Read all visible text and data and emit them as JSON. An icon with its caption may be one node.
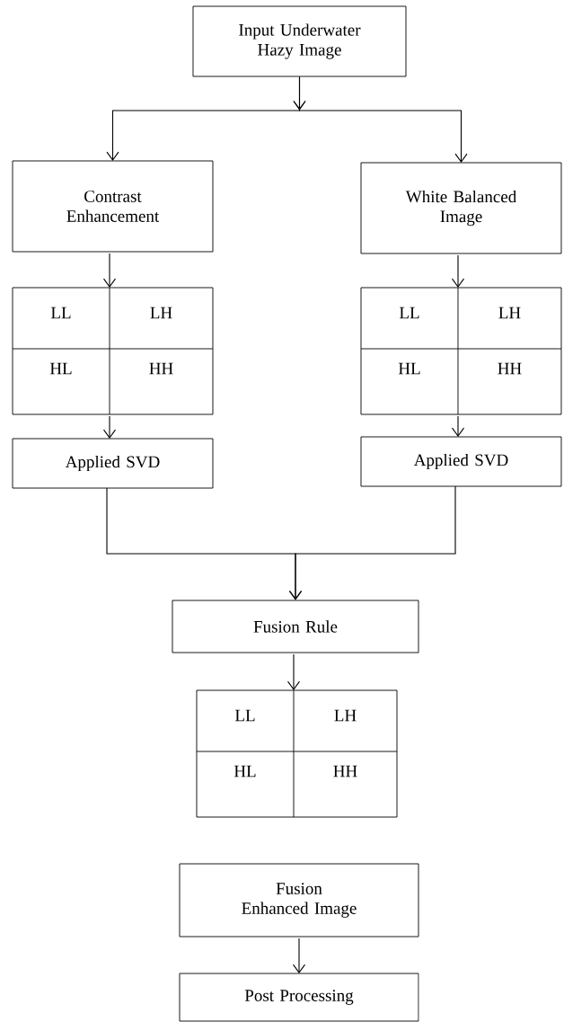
{
  "diagram": {
    "nodes": [
      {
        "text": [
          "Input Underwater Hazy Image"
        ]
      },
      {
        "text": [
          "Contrast Enhancement"
        ]
      },
      {
        "text": [
          "White Balanced Image"
        ]
      },
      {
        "text": [
          "LL",
          "LH",
          "HL",
          "HH"
        ]
      },
      {
        "text": [
          "LL",
          "LH",
          "HL",
          "HH"
        ]
      },
      {
        "text": [
          "Applied SVD"
        ]
      },
      {
        "text": [
          "Applied SVD"
        ]
      },
      {
        "text": [
          "Fusion Rule"
        ]
      },
      {
        "text": [
          "LL",
          "LH",
          "HL",
          "HH"
        ]
      },
      {
        "text": [
          "Fusion Enhanced Image"
        ]
      },
      {
        "text": [
          "Post Processing"
        ]
      }
    ],
    "edges": [
      {
        "from": 0,
        "to": 1,
        "arrow": "to"
      },
      {
        "from": 0,
        "to": 2,
        "arrow": "to"
      },
      {
        "from": 1,
        "to": 3,
        "arrow": "to"
      },
      {
        "from": 2,
        "to": 4,
        "arrow": "to"
      },
      {
        "from": 3,
        "to": 5,
        "arrow": "to"
      },
      {
        "from": 4,
        "to": 6,
        "arrow": "to"
      },
      {
        "from": 5,
        "to": 7,
        "arrow": "to"
      },
      {
        "from": 6,
        "to": 7,
        "arrow": "to"
      },
      {
        "from": 7,
        "to": 8,
        "arrow": "to"
      },
      {
        "from": 9,
        "to": 10,
        "arrow": "to"
      }
    ]
  }
}
